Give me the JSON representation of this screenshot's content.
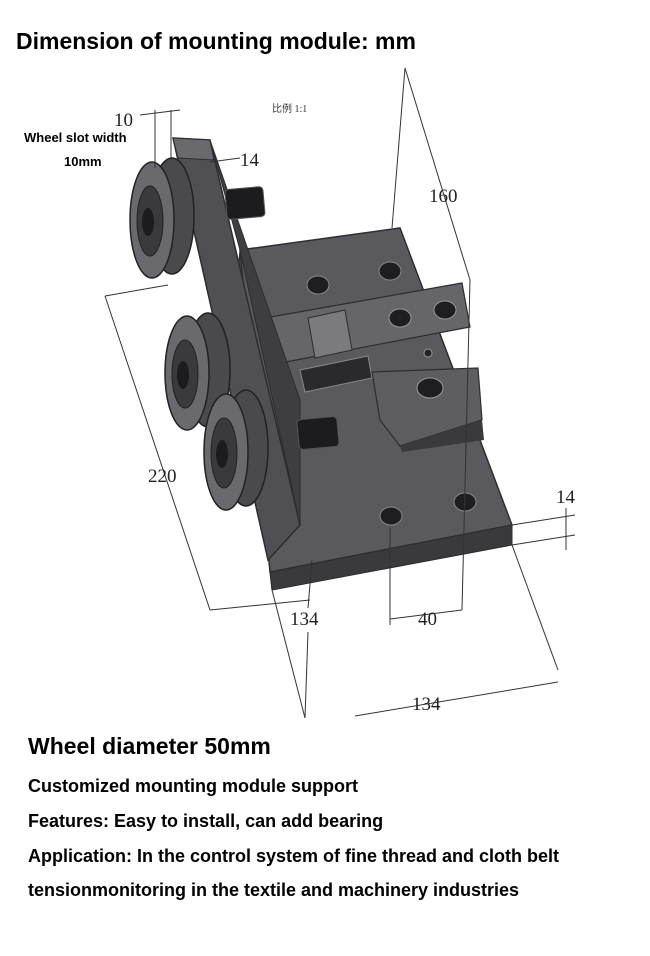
{
  "title": "Dimension of mounting module: mm",
  "drawing": {
    "scale_note": "比例 1:1",
    "wheel_slot_label": "Wheel slot width",
    "wheel_slot_value": "10mm",
    "dims": {
      "d10": "10",
      "d14_top": "14",
      "d160": "160",
      "d220": "220",
      "d14_right": "14",
      "d134_left": "134",
      "d40": "40",
      "d134_bottom": "134"
    },
    "colors": {
      "part": "#555559",
      "part_dark": "#3a3a3d",
      "part_light": "#6d6d72",
      "line": "#333333"
    }
  },
  "text": {
    "wheel_diameter": "Wheel  diameter 50mm",
    "line1": "Customized mounting module support",
    "line2": "Features: Easy to install, can add bearing",
    "line3": "Application: In the control system of fine thread and cloth belt",
    "line4": "tensionmonitoring in the textile and machinery industries"
  }
}
